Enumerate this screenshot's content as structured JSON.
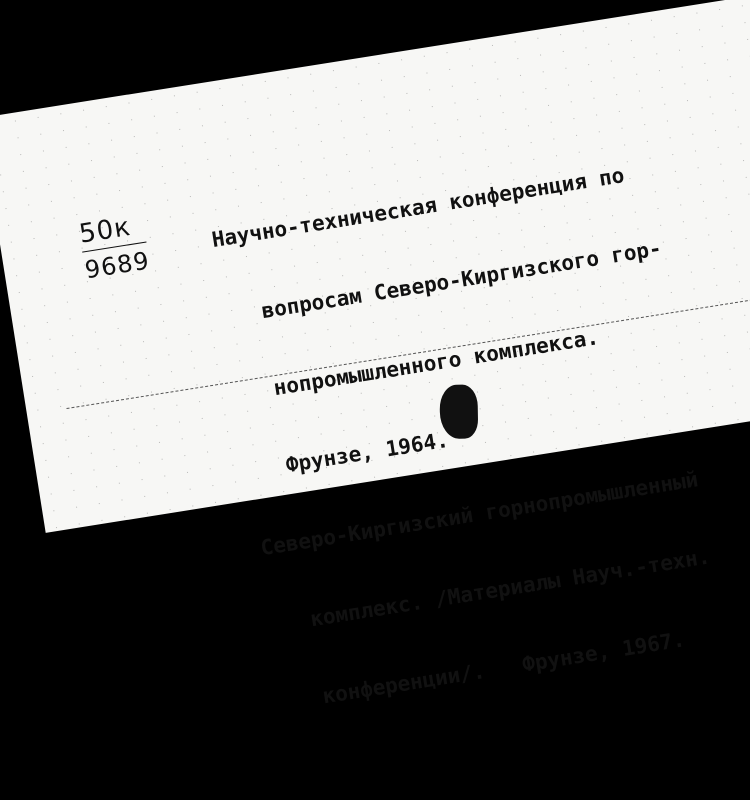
{
  "call_number": {
    "top": "50к",
    "bottom": "9689"
  },
  "lines": [
    "Научно-техническая конференция по",
    "   вопросам Северо-Киргизского гор-",
    "   нопромышленного комплекса.",
    "   Фрунзе, 1964.",
    "Северо-Киргизский горнопромышленный",
    "   комплекс. /Материалы Науч.-техн.",
    "   конференции/.   Фрунзе, 1967."
  ]
}
